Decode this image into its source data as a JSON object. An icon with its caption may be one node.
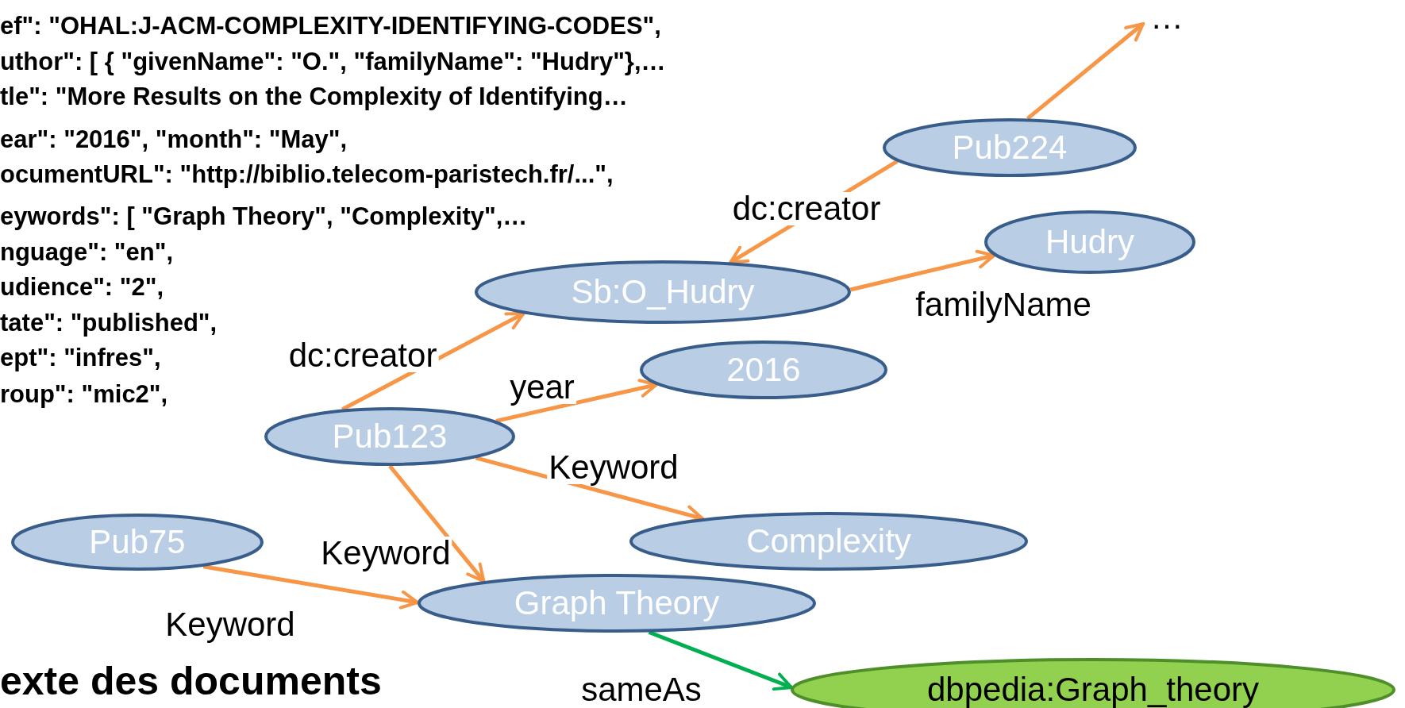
{
  "diagram": {
    "nodes": [
      {
        "text": [
          "Pub224"
        ]
      },
      {
        "text": [
          "…"
        ]
      },
      {
        "text": [
          "Hudry"
        ]
      },
      {
        "text": [
          "Sb:O_Hudry"
        ]
      },
      {
        "text": [
          "2016"
        ]
      },
      {
        "text": [
          "Pub123"
        ]
      },
      {
        "text": [
          "Complexity"
        ]
      },
      {
        "text": [
          "Pub75"
        ]
      },
      {
        "text": [
          "Graph Theory"
        ]
      },
      {
        "text": [
          "dbpedia:Graph_theory"
        ]
      }
    ],
    "edges": [
      {
        "from": 0,
        "to": 1,
        "arrow": "to"
      },
      {
        "from": 0,
        "to": 3,
        "arrow": "to",
        "label": "dc:creator"
      },
      {
        "from": 3,
        "to": 2,
        "arrow": "to",
        "label": "familyName"
      },
      {
        "from": 5,
        "to": 3,
        "arrow": "to",
        "label": "dc:creator"
      },
      {
        "from": 5,
        "to": 4,
        "arrow": "to",
        "label": "year"
      },
      {
        "from": 5,
        "to": 6,
        "arrow": "to",
        "label": "Keyword"
      },
      {
        "from": 5,
        "to": 8,
        "arrow": "to",
        "label": "Keyword"
      },
      {
        "from": 7,
        "to": 8,
        "arrow": "to",
        "label": "Keyword"
      },
      {
        "from": 8,
        "to": 9,
        "arrow": "to",
        "label": "sameAs",
        "color": "#00b050"
      }
    ],
    "labels": [
      "ef\": \"OHAL:J-ACM-COMPLEXITY-IDENTIFYING-CODES\",",
      "uthor\": [ { \"givenName\": \"O.\",  \"familyName\": \"Hudry\"},…",
      "tle\": \"More Results on the Complexity of Identifying…",
      "ear\": \"2016\", \"month\": \"May\",",
      "ocumentURL\": \"http://biblio.telecom-paristech.fr/...\",",
      "eywords\": [ \"Graph Theory\", \"Complexity\",…",
      "nguage\": \"en\",",
      "udience\": \"2\",",
      "tate\": \"published\",",
      "ept\": \"infres\",",
      "roup\": \"mic2\",",
      "exte des documents"
    ]
  }
}
